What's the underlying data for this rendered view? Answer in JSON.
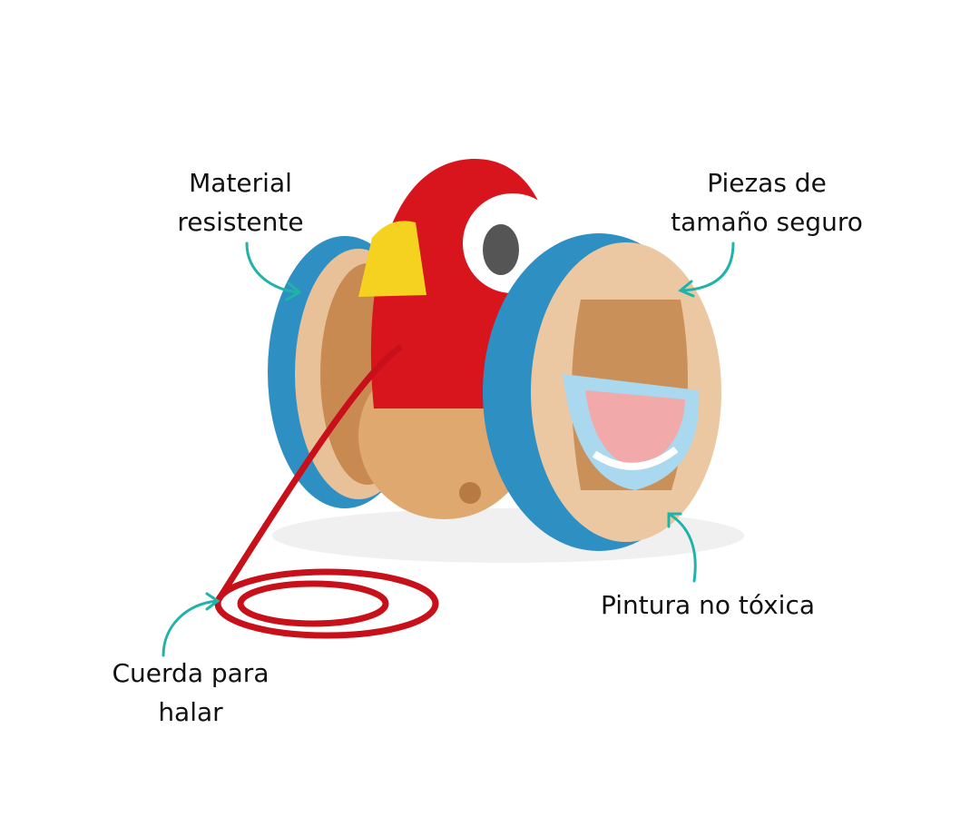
{
  "labels": {
    "material": {
      "line1": "Material",
      "line2": "resistente"
    },
    "pieces": {
      "line1": "Piezas de",
      "line2": "tamaño seguro"
    },
    "paint": {
      "line1": "Pintura no tóxica"
    },
    "string": {
      "line1": "Cuerda para",
      "line2": "halar"
    }
  },
  "colors": {
    "accent": "#1fb3aa",
    "red": "#d8141c",
    "blue": "#2e8fc2",
    "wood": "#e7b98a",
    "yellow": "#f4d21f"
  },
  "product": {
    "icon": "wooden-bird-pull-toy"
  }
}
